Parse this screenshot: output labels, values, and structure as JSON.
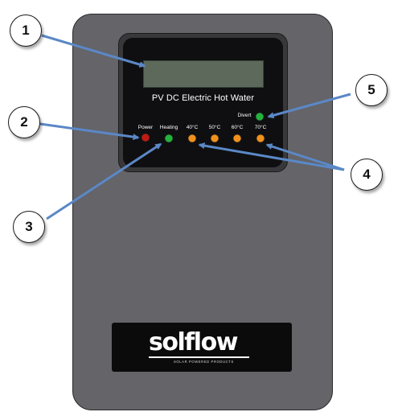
{
  "panel": {
    "title": "PV DC  Electric Hot Water"
  },
  "indicators": {
    "power_label": "Power",
    "heating_label": "Heating",
    "temp_40_label": "40°C",
    "temp_50_label": "50°C",
    "temp_60_label": "60°C",
    "temp_70_label": "70°C",
    "divert_label": "Divert"
  },
  "logo": {
    "wordmark": "solflow",
    "tagline": "SOLAR POWERED PRODUCTS"
  },
  "callouts": {
    "c1": "1",
    "c2": "2",
    "c3": "3",
    "c4": "4",
    "c5": "5"
  },
  "colors": {
    "enclosure": "#646469",
    "arrow": "#5b88c7",
    "power_led": "#c01a12",
    "green_led": "#22b33c",
    "temp_led": "#f39019"
  }
}
